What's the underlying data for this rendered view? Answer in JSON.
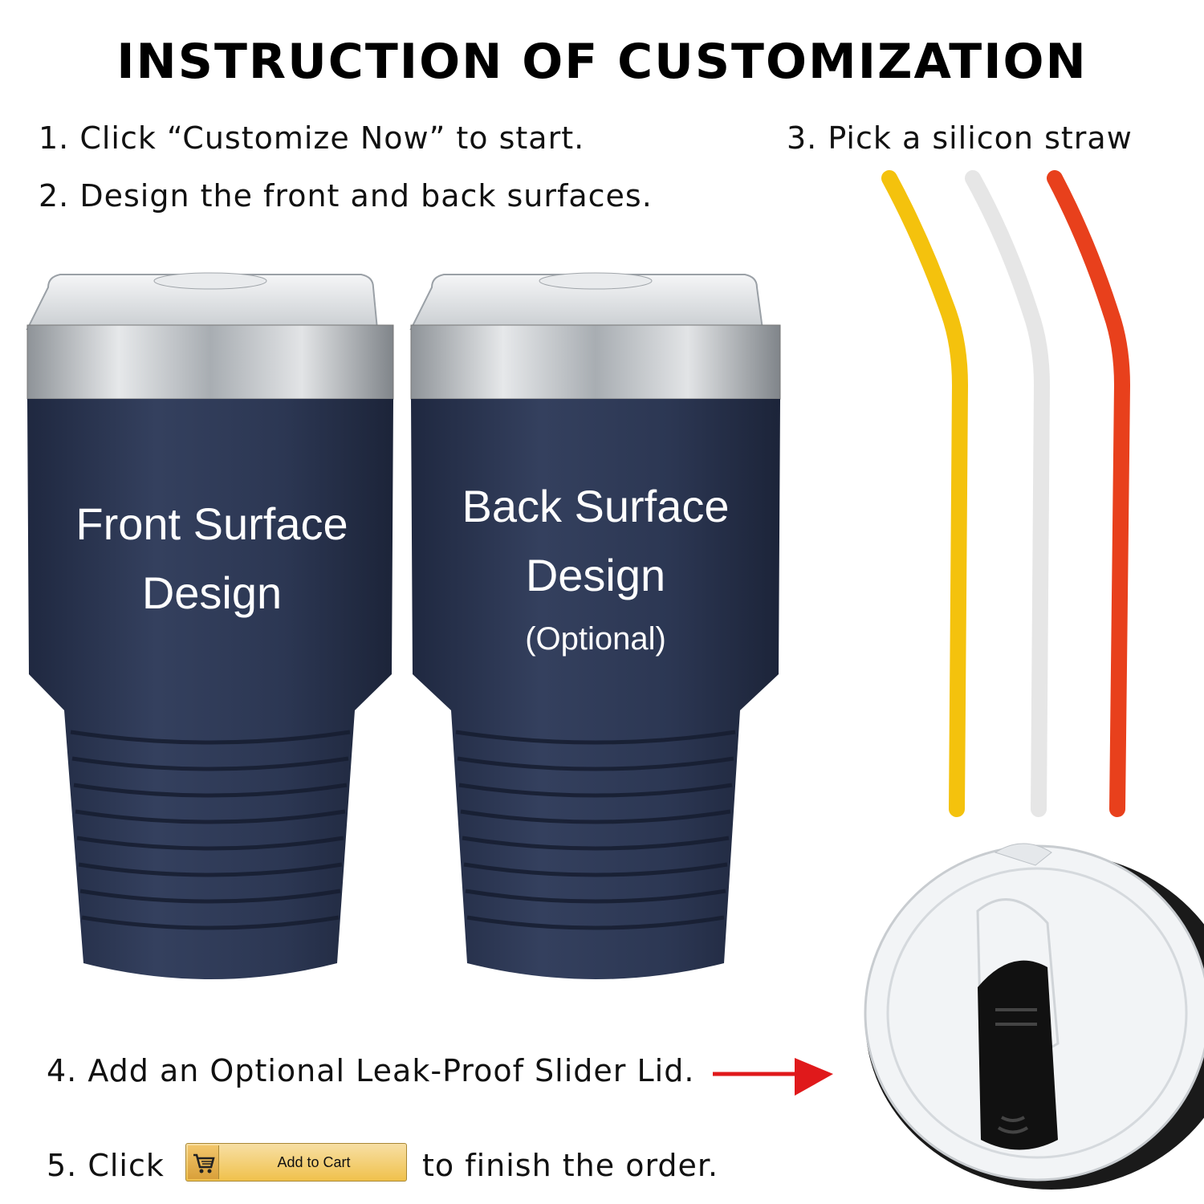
{
  "title": "INSTRUCTION OF CUSTOMIZATION",
  "steps": {
    "step1": "1. Click “Customize Now” to start.",
    "step2": "2. Design the front and back surfaces.",
    "step3": "3. Pick a silicon straw",
    "step4": "4. Add an Optional Leak-Proof Slider Lid.",
    "step5_prefix": "5. Click",
    "step5_suffix": "to finish the order."
  },
  "front_cup": {
    "line1": "Front Surface",
    "line2": "Design"
  },
  "back_cup": {
    "line1": "Back Surface",
    "line2": "Design",
    "note": "(Optional)"
  },
  "add_to_cart": {
    "label": "Add to Cart",
    "icon": "cart-icon"
  },
  "straws": [
    {
      "name": "yellow",
      "color": "#f4c20d"
    },
    {
      "name": "white",
      "color": "#eeeeee"
    },
    {
      "name": "red",
      "color": "#e8401c"
    }
  ],
  "colors": {
    "cup_body": "#2e3a55",
    "steel": "#b8bcc0",
    "arrow": "#e0191b"
  }
}
